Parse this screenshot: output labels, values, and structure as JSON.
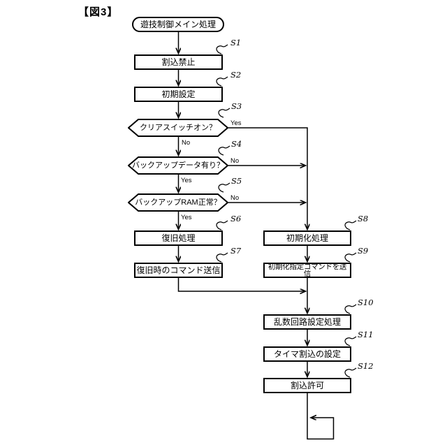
{
  "figure_label": "【図3】",
  "colors": {
    "line": "#000000",
    "background": "#ffffff",
    "text": "#000000"
  },
  "flowchart": {
    "start": {
      "label": "遊技制御メイン処理"
    },
    "steps": {
      "s1": {
        "id": "S1",
        "label": "割込禁止",
        "type": "process"
      },
      "s2": {
        "id": "S2",
        "label": "初期設定",
        "type": "process"
      },
      "s3": {
        "id": "S3",
        "label": "クリアスイッチオン？",
        "type": "decision"
      },
      "s4": {
        "id": "S4",
        "label": "バックアップデータ有り？",
        "type": "decision"
      },
      "s5": {
        "id": "S5",
        "label": "バックアップRAM正常？",
        "type": "decision"
      },
      "s6": {
        "id": "S6",
        "label": "復旧処理",
        "type": "process"
      },
      "s7": {
        "id": "S7",
        "label": "復旧時のコマンド送信",
        "type": "process"
      },
      "s8": {
        "id": "S8",
        "label": "初期化処理",
        "type": "process"
      },
      "s9": {
        "id": "S9",
        "label": "初期化指定コマンドを送信",
        "type": "process"
      },
      "s10": {
        "id": "S10",
        "label": "乱数回路設定処理",
        "type": "process"
      },
      "s11": {
        "id": "S11",
        "label": "タイマ割込の設定",
        "type": "process"
      },
      "s12": {
        "id": "S12",
        "label": "割込許可",
        "type": "process"
      }
    },
    "branches": {
      "s3_yes": "Yes",
      "s3_no": "No",
      "s4_no": "No",
      "s4_yes": "Yes",
      "s5_no": "No",
      "s5_yes": "Yes"
    }
  }
}
